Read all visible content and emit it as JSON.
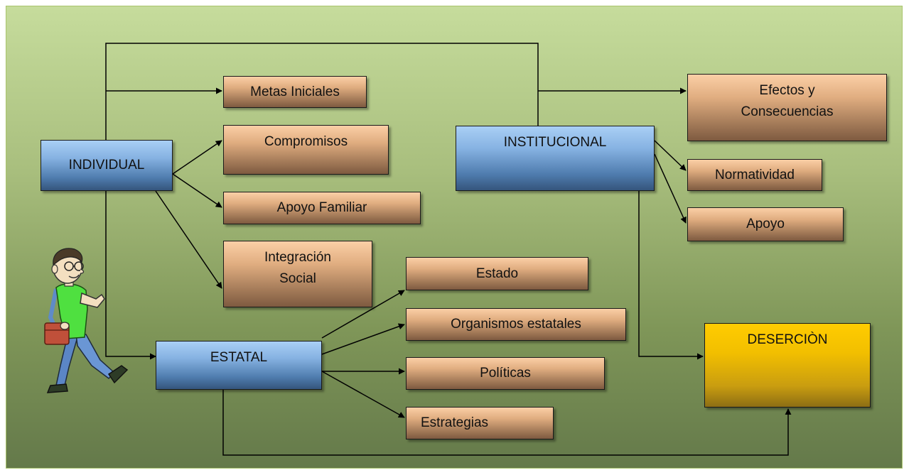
{
  "diagram": {
    "nodes": {
      "individual": "INDIVIDUAL",
      "metas": "Metas Iniciales",
      "compromisos": "Compromisos",
      "apoyo_familiar": "Apoyo Familiar",
      "integracion_1": "Integración",
      "integracion_2": "Social",
      "institucional": "INSTITUCIONAL",
      "efectos_1": "Efectos y",
      "efectos_2": "Consecuencias",
      "normatividad": "Normatividad",
      "apoyo": "Apoyo",
      "estatal": "ESTATAL",
      "estado": "Estado",
      "organismos": "Organismos estatales",
      "politicas": "Políticas",
      "estrategias": "Estrategias",
      "desercion": "DESERCIÒN"
    },
    "colors": {
      "category_box": "#86b2e2",
      "factor_box": "#e0ad80",
      "outcome_box": "#ffcc00",
      "connector": "#000000"
    },
    "illustration_icon": "walking-student-icon"
  }
}
